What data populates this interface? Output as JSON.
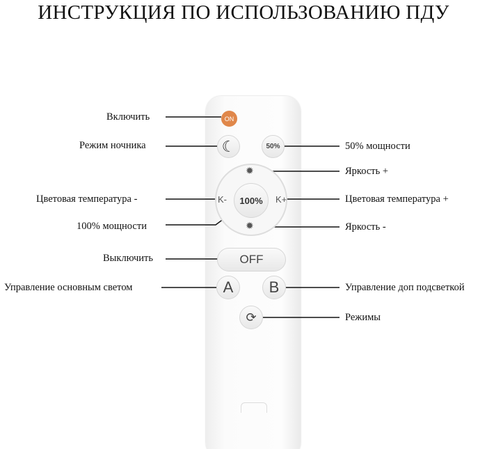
{
  "title": "ИНСТРУКЦИЯ ПО ИСПОЛЬЗОВАНИЮ ПДУ",
  "labels": {
    "on": "Включить",
    "night": "Режим ночника",
    "power50": "50% мощности",
    "bright_up": "Яркость +",
    "temp_down": "Цветовая температура -",
    "temp_up": "Цветовая температура +",
    "power100": "100% мощности",
    "bright_down": "Яркость -",
    "off": "Выключить",
    "main_light": "Управление основным светом",
    "extra_light": "Управление доп подсветкой",
    "modes": "Режимы"
  },
  "remote": {
    "on": "ON",
    "p50": "50%",
    "p100": "100%",
    "kminus": "K-",
    "kplus": "K+",
    "off": "OFF",
    "a": "A",
    "b": "B"
  },
  "colors": {
    "on_button": "#e0874a"
  }
}
